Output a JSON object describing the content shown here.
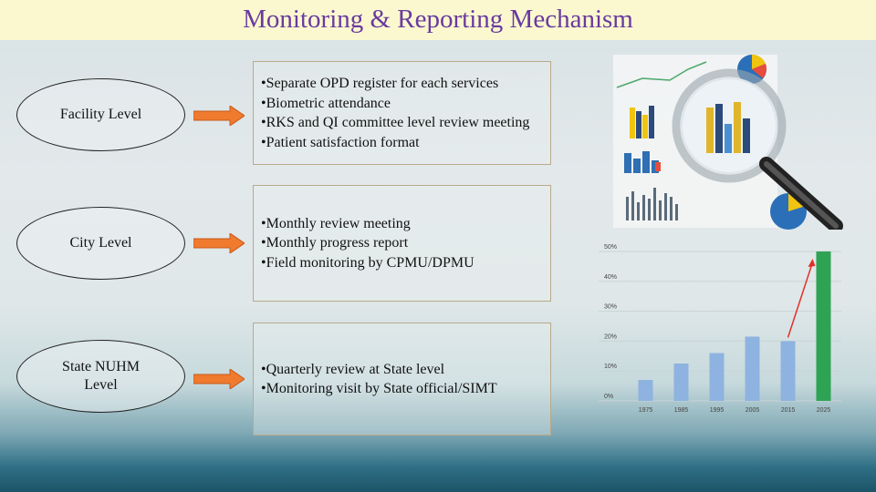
{
  "title": "Monitoring & Reporting Mechanism",
  "levels": [
    {
      "label": "Facility Level",
      "items": [
        "Separate OPD register for each services",
        "Biometric attendance",
        "RKS  and  QI  committee  level  review meeting",
        "Patient satisfaction format"
      ]
    },
    {
      "label": "City Level",
      "items": [
        "Monthly review meeting",
        "Monthly progress report",
        "Field monitoring by CPMU/DPMU"
      ]
    },
    {
      "label": "State NUHM Level",
      "items": [
        "Quarterly review at State level",
        "Monitoring visit by State official/SIMT"
      ]
    }
  ],
  "colors": {
    "title": "#6a3aa0",
    "title_bar": "#fbf8cf",
    "arrow": "#f07a2d",
    "bar_blue": "#8fb3e0",
    "bar_green": "#2ea354",
    "trend_line": "#e0302a"
  },
  "decorative_image": "magnifying-glass-over-charts",
  "chart_data": {
    "type": "bar",
    "categories": [
      "1975",
      "1985",
      "1995",
      "2005",
      "2015",
      "2025"
    ],
    "values": [
      7,
      12.5,
      16,
      21.5,
      20,
      50
    ],
    "highlight_index": 5,
    "yticks": [
      "0%",
      "10%",
      "20%",
      "30%",
      "40%",
      "50%"
    ],
    "ylim": [
      0,
      50
    ],
    "grid": true,
    "trend_arrow": true
  }
}
